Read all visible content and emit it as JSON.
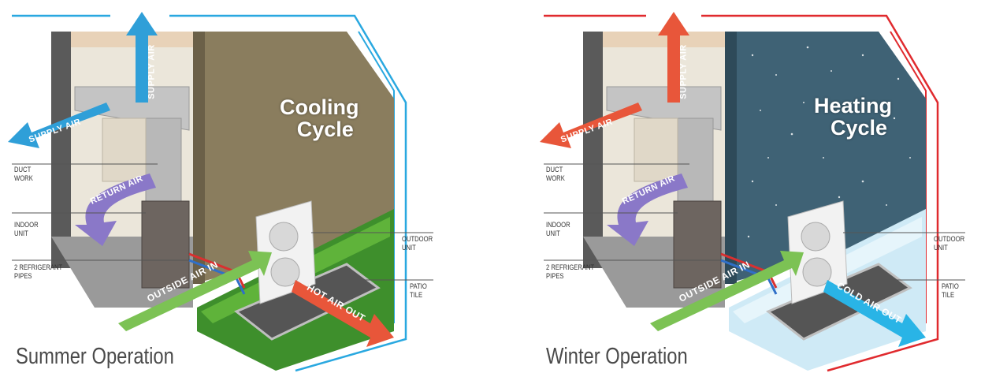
{
  "panels": [
    {
      "id": "summer",
      "title_line1": "Cooling",
      "title_line2": "Cycle",
      "caption": "Summer Operation",
      "outline_color": "#29a8e0",
      "wall_color": "#8a7d5e",
      "outdoor_air_label": "HOT AIR OUT",
      "outdoor_air_color": "#e8563a",
      "supply_air_color": "#2f9fd8",
      "labels": {
        "supply_air_up": "SUPPLY AIR",
        "supply_air_left": "SUPPLY AIR",
        "return_air": "RETURN AIR",
        "outside_air_in": "OUTSIDE AIR IN",
        "duct_work": "DUCT\nWORK",
        "indoor_unit": "INDOOR\nUNIT",
        "refrigerant_pipes": "2 REFRIGERANT\nPIPES",
        "outdoor_unit": "OUTDOOR\nUNIT",
        "patio_tile": "PATIO\nTILE"
      }
    },
    {
      "id": "winter",
      "title_line1": "Heating",
      "title_line2": "Cycle",
      "caption": "Winter Operation",
      "outline_color": "#e02a2e",
      "wall_color": "#3f6275",
      "outdoor_air_label": "COLD AIR OUT",
      "outdoor_air_color": "#29b4e6",
      "supply_air_color": "#e8563a",
      "labels": {
        "supply_air_up": "SUPPLY AIR",
        "supply_air_left": "SUPPLY AIR",
        "return_air": "RETURN AIR",
        "outside_air_in": "OUTSIDE AIR IN",
        "duct_work": "DUCT\nWORK",
        "indoor_unit": "INDOOR\nUNIT",
        "refrigerant_pipes": "2 REFRIGERANT\nPIPES",
        "outdoor_unit": "OUTDOOR\nUNIT",
        "patio_tile": "PATIO\nTILE"
      }
    }
  ]
}
